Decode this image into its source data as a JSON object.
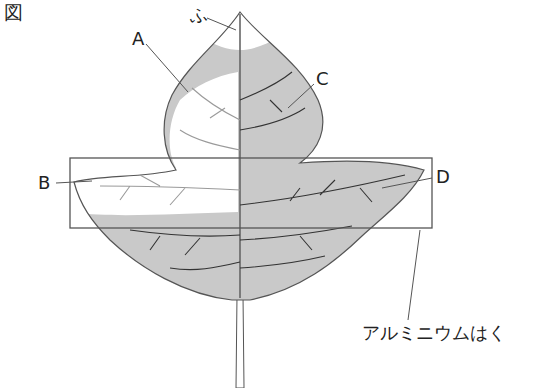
{
  "diagram": {
    "title": "図",
    "labels": [
      "ふ",
      "A",
      "B",
      "C",
      "D",
      "アルミニウムはく"
    ]
  }
}
